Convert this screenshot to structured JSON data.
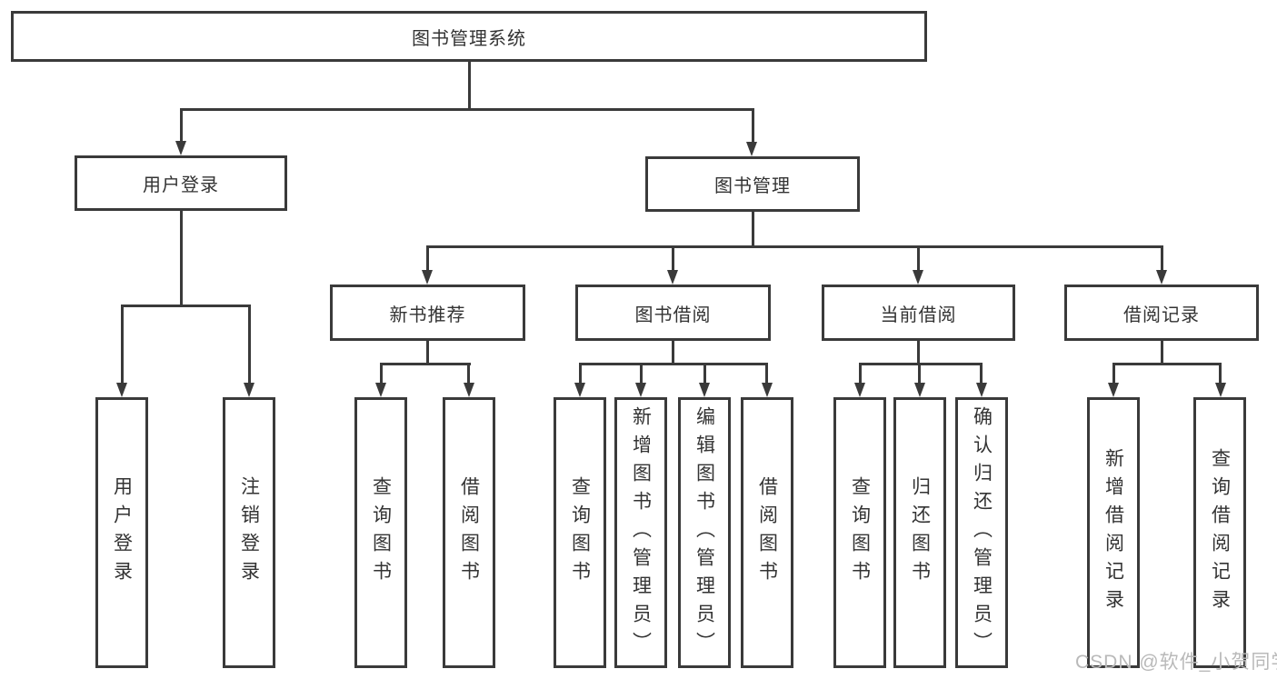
{
  "title": {
    "label": "图书管理系统"
  },
  "level2": {
    "user_login": {
      "label": "用户登录"
    },
    "book_mgmt": {
      "label": "图书管理"
    }
  },
  "level3": {
    "new_book_rec": {
      "label": "新书推荐"
    },
    "book_borrow": {
      "label": "图书借阅"
    },
    "current_borrow": {
      "label": "当前借阅"
    },
    "borrow_records": {
      "label": "借阅记录"
    }
  },
  "leaves": {
    "user_login": [
      "用户登录",
      "注销登录"
    ],
    "new_book_rec": [
      "查询图书",
      "借阅图书"
    ],
    "book_borrow": [
      "查询图书",
      "新增图书（管理员）",
      "编辑图书（管理员）",
      "借阅图书"
    ],
    "current_borrow": [
      "查询图书",
      "归还图书",
      "确认归还（管理员）"
    ],
    "borrow_records": [
      "新增借阅记录",
      "查询借阅记录"
    ]
  },
  "watermark": {
    "text": "CSDN @软件_小贺同学"
  },
  "colors": {
    "line": "#3a3a3a",
    "text": "#333333",
    "watermark": "#b9b9b9",
    "background": "#ffffff"
  }
}
